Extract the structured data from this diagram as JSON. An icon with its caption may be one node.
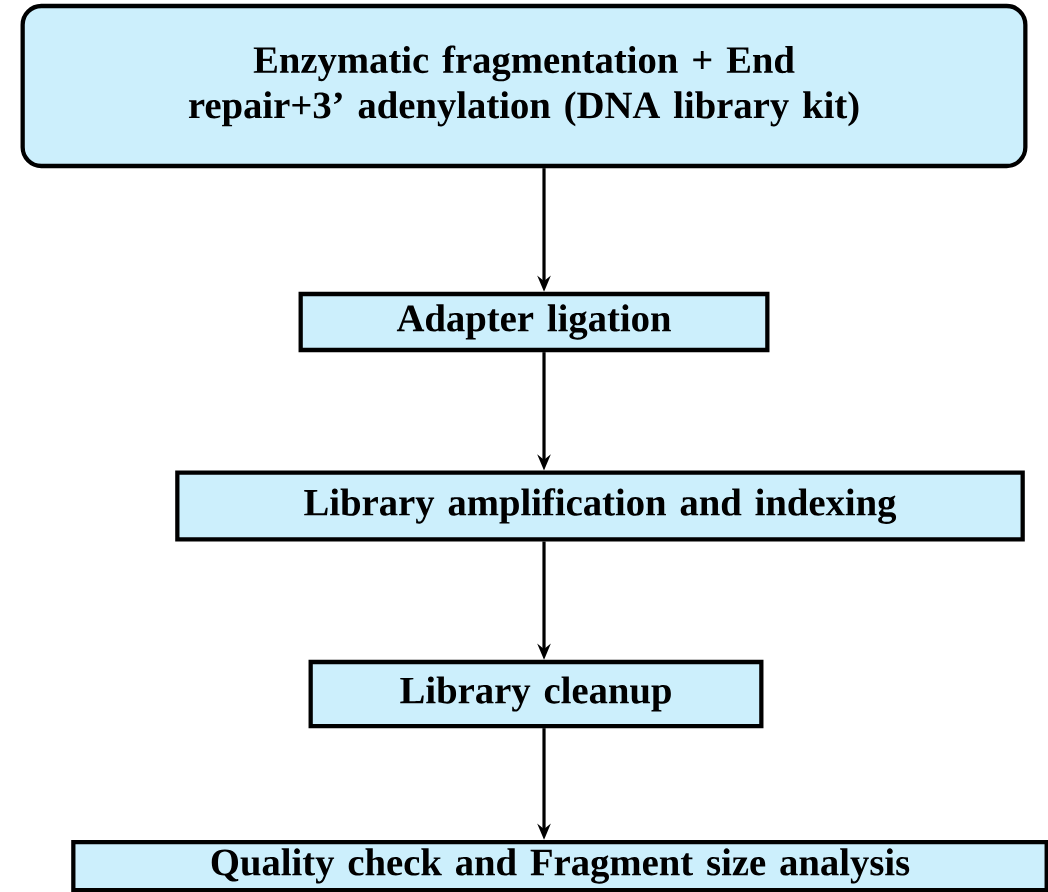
{
  "diagram": {
    "nodes": [
      {
        "text": [
          "Enzymatic fragmentation + End repair+3’ adenylation (DNA library kit)"
        ]
      },
      {
        "text": [
          "Adapter ligation"
        ]
      },
      {
        "text": [
          "Library amplification and indexing"
        ]
      },
      {
        "text": [
          "Library cleanup"
        ]
      },
      {
        "text": [
          "Quality check and Fragment size analysis"
        ]
      }
    ],
    "edges": [
      {
        "from": 0,
        "to": 1,
        "arrow": "to"
      },
      {
        "from": 1,
        "to": 2,
        "arrow": "to"
      },
      {
        "from": 2,
        "to": 3,
        "arrow": "to"
      },
      {
        "from": 3,
        "to": 4,
        "arrow": "to"
      }
    ]
  }
}
